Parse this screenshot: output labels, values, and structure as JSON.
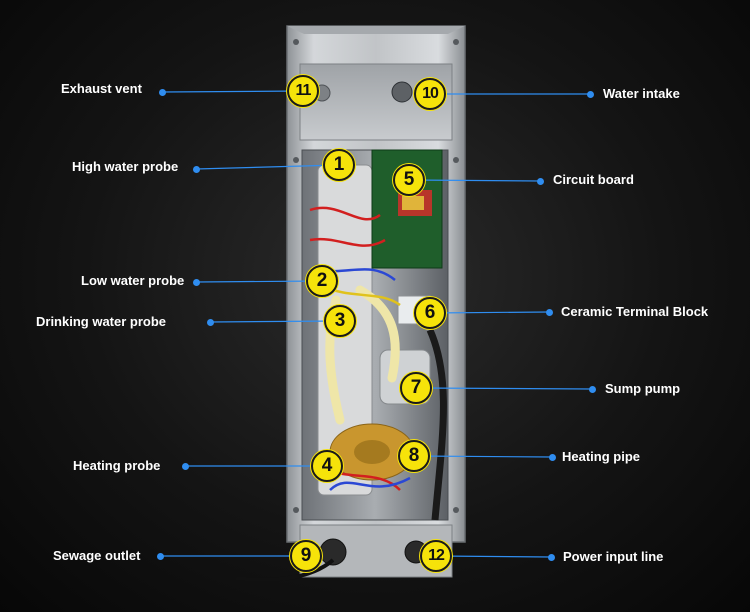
{
  "colors": {
    "accent_line": "#2f8df0",
    "badge_fill": "#f6e30a",
    "badge_text": "#111111",
    "label_text": "#ffffff",
    "cabinet_steel": "#b9bcbf"
  },
  "callouts": [
    {
      "num": "11",
      "label": "Exhaust vent"
    },
    {
      "num": "10",
      "label": "Water intake"
    },
    {
      "num": "1",
      "label": "High water probe"
    },
    {
      "num": "5",
      "label": "Circuit board"
    },
    {
      "num": "2",
      "label": "Low water probe"
    },
    {
      "num": "6",
      "label": "Ceramic Terminal Block"
    },
    {
      "num": "3",
      "label": "Drinking water probe"
    },
    {
      "num": "7",
      "label": "Sump pump"
    },
    {
      "num": "4",
      "label": "Heating probe"
    },
    {
      "num": "8",
      "label": "Heating pipe"
    },
    {
      "num": "9",
      "label": "Sewage outlet"
    },
    {
      "num": "12",
      "label": "Power input line"
    }
  ]
}
